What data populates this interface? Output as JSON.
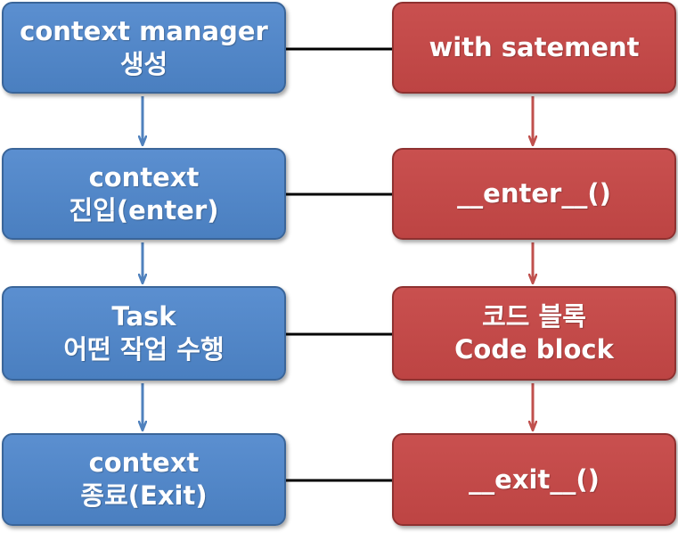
{
  "left_column": [
    {
      "line1": "context manager",
      "line2": "생성"
    },
    {
      "line1": "context",
      "line2": "진입(enter)"
    },
    {
      "line1": "Task",
      "line2": "어떤 작업 수행"
    },
    {
      "line1": "context",
      "line2": "종료(Exit)"
    }
  ],
  "right_column": [
    {
      "line1": "with satement"
    },
    {
      "line1": "__enter__()"
    },
    {
      "line1": "코드 블록",
      "line2": "Code block"
    },
    {
      "line1": "__exit__()"
    }
  ],
  "colors": {
    "left_fill": "#4f81bd",
    "left_border": "#3a6599",
    "right_fill": "#c0504d",
    "right_border": "#8e3130",
    "left_arrow": "#4f81bd",
    "right_arrow": "#c0504d",
    "connector": "#000000"
  }
}
